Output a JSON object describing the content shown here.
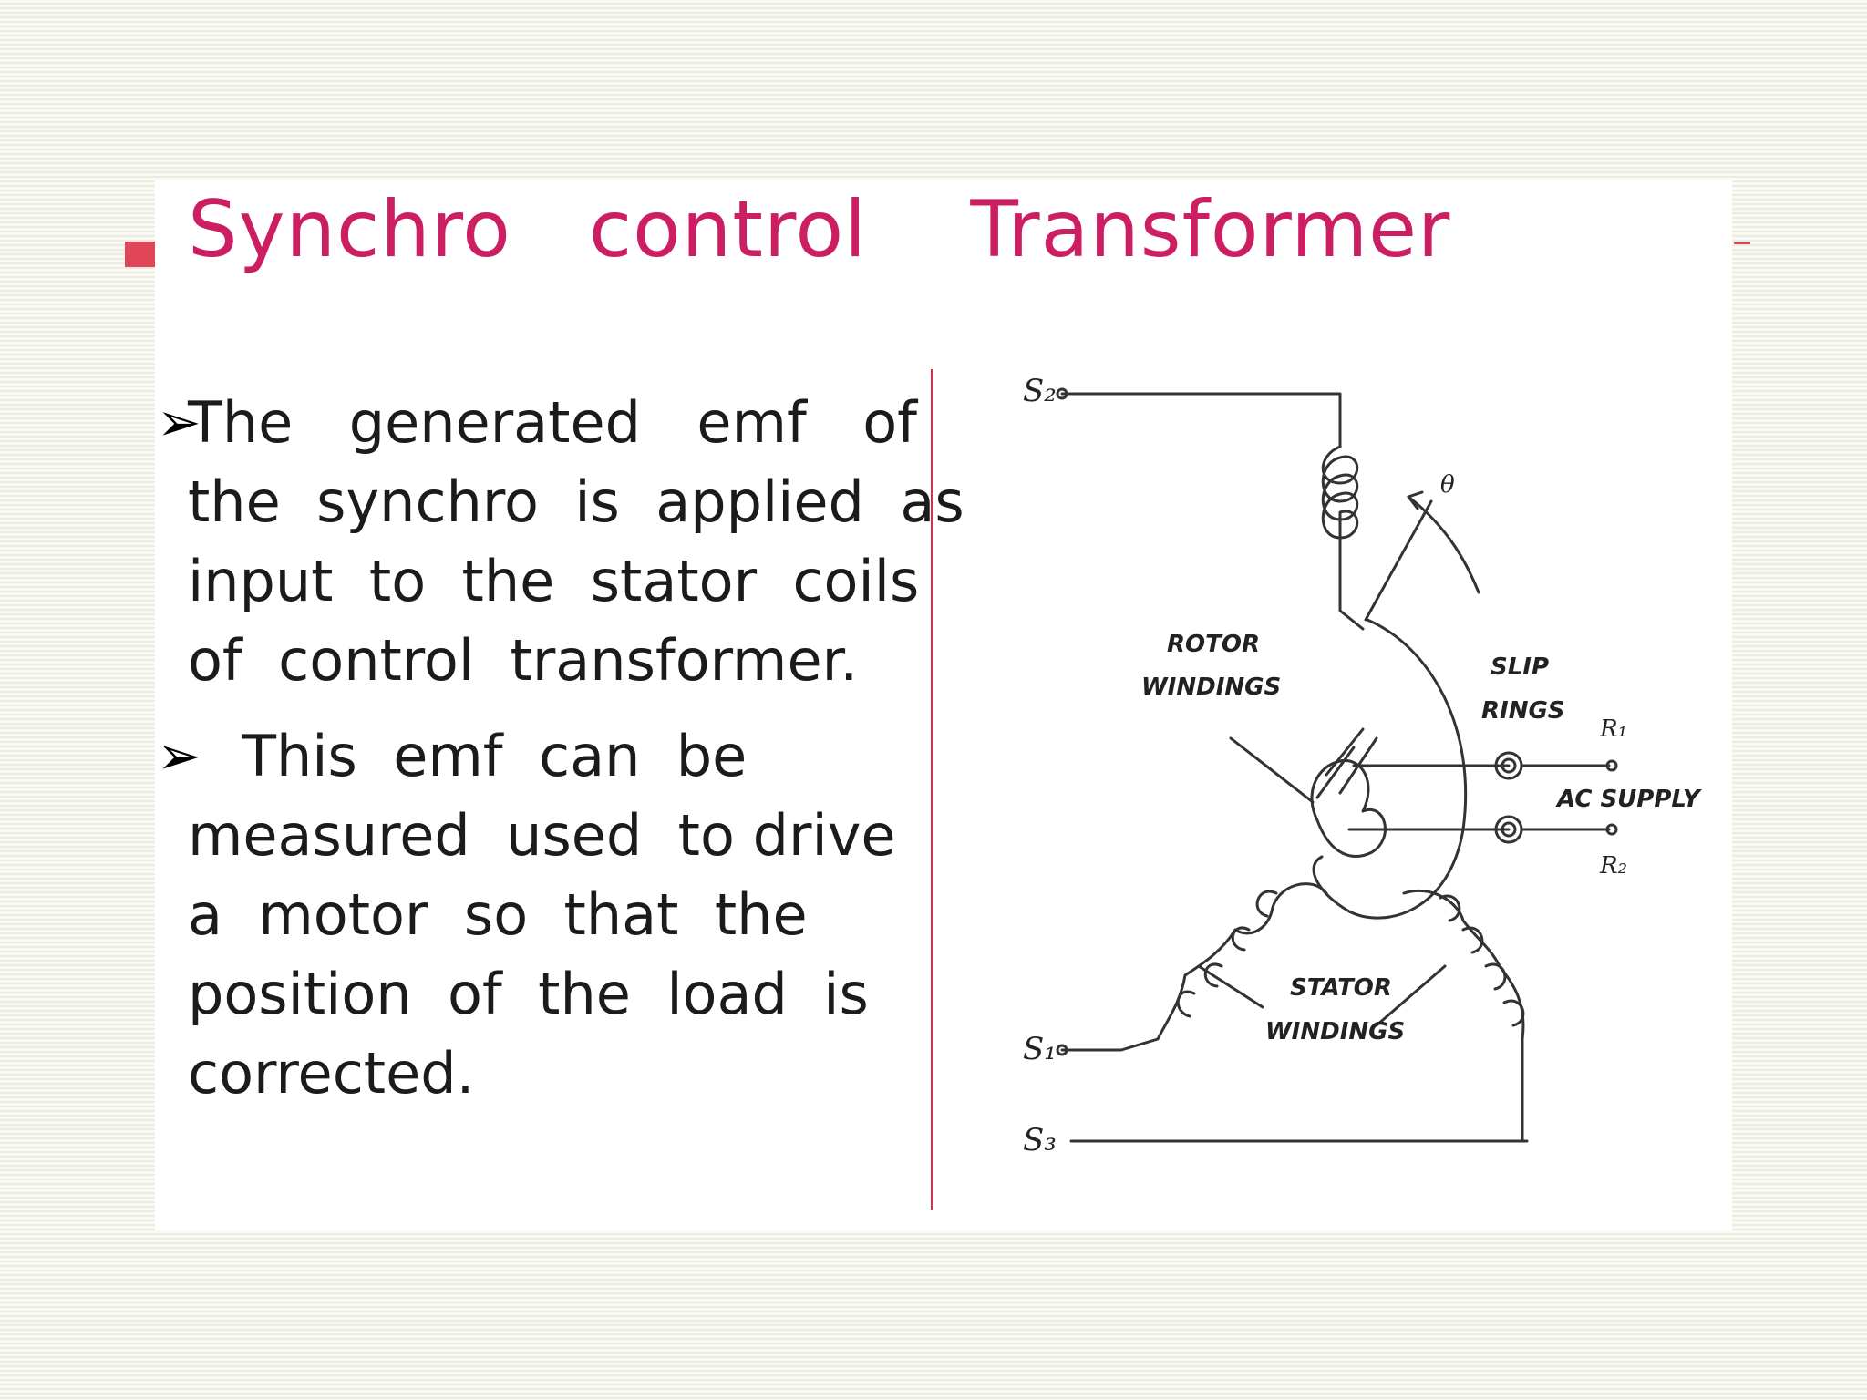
{
  "slide": {
    "title": "Synchro   control    Transformer",
    "paragraph_1": {
      "arrow": "➢",
      "lines": [
        "The  generated  emf  of",
        "the  synchro  is  applied  as",
        "input  to  the  stator  coils",
        "of  control  transformer."
      ]
    },
    "paragraph_2": {
      "arrow": "➢",
      "lines": [
        "   This  emf  can  be",
        "measured  used  to drive",
        "a  motor  so  that  the",
        "position  of  the  load  is",
        "corrected."
      ]
    }
  },
  "diagram": {
    "labels": {
      "s2": "S₂",
      "s1": "S₁",
      "s3": "S₃",
      "theta": "θ",
      "rotor_windings_1": "ROTOR",
      "rotor_windings_2": "WINDINGS",
      "slip_rings_1": "SLIP",
      "slip_rings_2": "RINGS",
      "r1": "R₁",
      "r2": "R₂",
      "ac_supply": "AC SUPPLY",
      "stator_windings_1": "STATOR",
      "stator_windings_2": "WINDINGS"
    }
  },
  "colors": {
    "title": "#cc1e62",
    "accent": "#e04558",
    "divider": "#c33850",
    "text": "#1b1b1b"
  }
}
